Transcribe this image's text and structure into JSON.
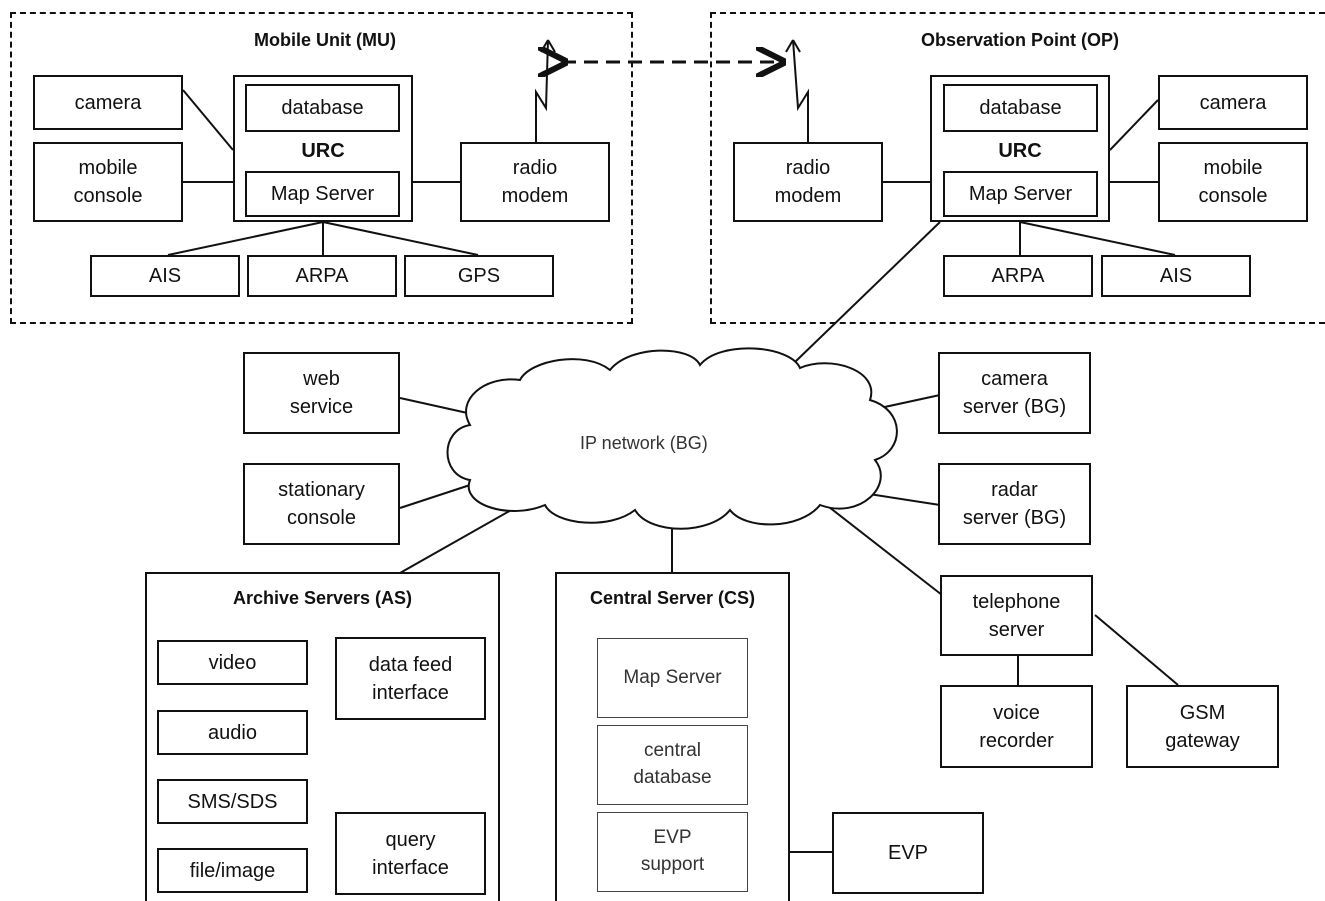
{
  "mobile_unit": {
    "title": "Mobile Unit (MU)",
    "camera": "camera",
    "mobile_console": "mobile\nconsole",
    "database": "database",
    "urc": "URC",
    "map_server": "Map Server",
    "radio_modem": "radio\nmodem",
    "ais": "AIS",
    "arpa": "ARPA",
    "gps": "GPS"
  },
  "observation_point": {
    "title": "Observation Point (OP)",
    "radio_modem": "radio\nmodem",
    "database": "database",
    "urc": "URC",
    "map_server": "Map Server",
    "camera": "camera",
    "mobile_console": "mobile\nconsole",
    "arpa": "ARPA",
    "ais": "AIS"
  },
  "network": {
    "cloud_label": "IP network (BG)",
    "web_service": "web\nservice",
    "stationary_console": "stationary\nconsole",
    "camera_server": "camera\nserver (BG)",
    "radar_server": "radar\nserver (BG)",
    "telephone_server": "telephone\nserver",
    "voice_recorder": "voice\nrecorder",
    "gsm_gateway": "GSM\ngateway"
  },
  "archive_servers": {
    "title": "Archive Servers (AS)",
    "video": "video",
    "audio": "audio",
    "sms_sds": "SMS/SDS",
    "file_image": "file/image",
    "data_feed_interface": "data feed\ninterface",
    "query_interface": "query\ninterface"
  },
  "central_server": {
    "title": "Central Server (CS)",
    "map_server": "Map Server",
    "central_database": "central\ndatabase",
    "evp_support": "EVP\nsupport",
    "evp": "EVP"
  }
}
